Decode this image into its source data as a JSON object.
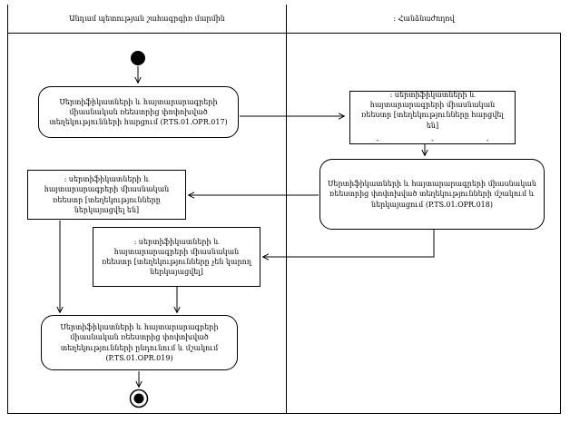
{
  "diagram": {
    "lanes": [
      {
        "title": "Անդամ պետության շահագրգիռ մարմին"
      },
      {
        "title": ": Հանձնաժողով"
      }
    ],
    "nodes": {
      "activity_017": {
        "label": "Սերտիֆիկատների և հայտարարագրերի միասնական ռեեստրից փոփոխված տեղեկությունների հարցում (P.TS.01.OPR.017)"
      },
      "object_requested": {
        "label": ": սերտիֆիկատների և հայտարարագրերի միասնական ռեեստր [տեղեկությունները հարցվել են]",
        "dashes": [
          "-",
          "-",
          "-"
        ]
      },
      "activity_018": {
        "label": "Սերտիֆիկատների և հայտարարագրերի միասնական ռեեստրից փոփոխված տեղեկությունների մշակում և ներկայացում (P.TS.01.OPR.018)"
      },
      "object_presented": {
        "label": ": սերտիֆիկատների և հայտարարագրերի միասնական ռեեստր [տեղեկությունները ներկայացվել են]"
      },
      "object_not_presented": {
        "label": ": սերտիֆիկատների և հայտարարագրերի միասնական ռեեստր [տեղեկությունները չեն կարող ներկայացվել]"
      },
      "activity_019": {
        "label": "Սերտիֆիկատների և հայտարարագրերի միասնական ռեեստրից փոփոխված տեղեկությունների ընդունում և մշակում (P.TS.01.OPR.019)"
      }
    },
    "colors": {
      "line": "#000000",
      "background": "#ffffff"
    }
  }
}
